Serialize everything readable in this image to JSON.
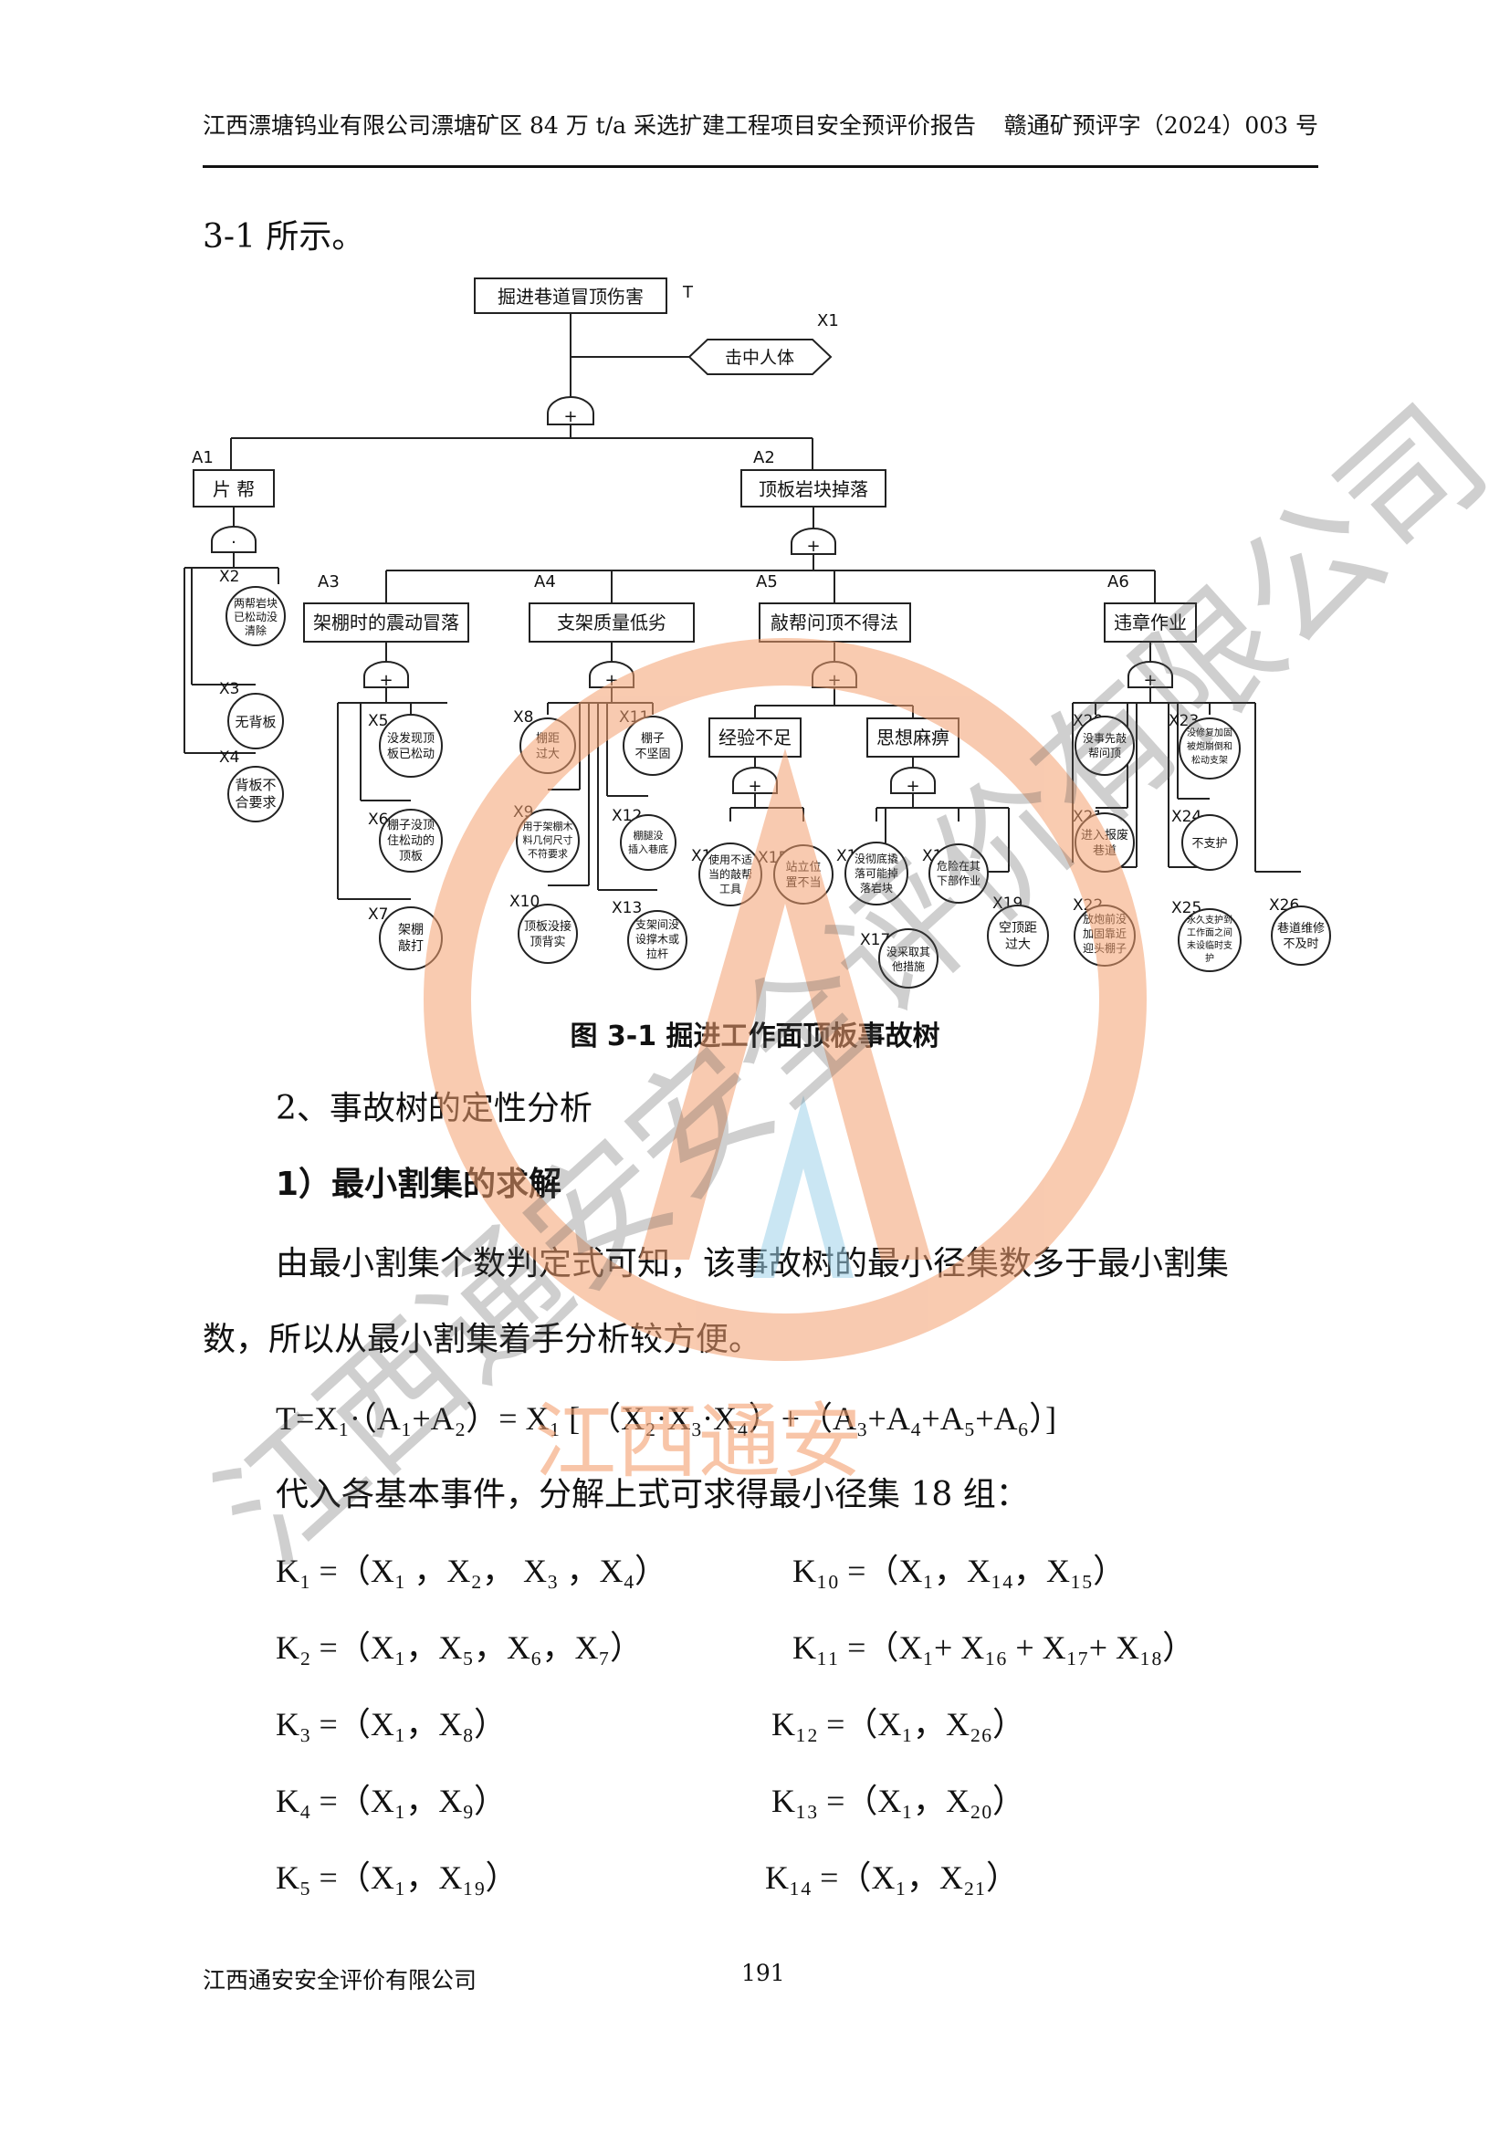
{
  "header": {
    "title": "江西漂塘钨业有限公司漂塘矿区 84 万 t/a 采选扩建工程项目安全预评价报告",
    "doc_number": "赣通矿预评字（2024）003 号"
  },
  "intro_text": "3-1 所示。",
  "fault_tree": {
    "top_event": "掘进巷道冒顶伤害",
    "top_symbol": "T",
    "x1_label": "X1",
    "x1_event": "击中人体",
    "a1": {
      "id": "A1",
      "label": "片  帮"
    },
    "a2": {
      "id": "A2",
      "label": "顶板岩块掉落"
    },
    "a3": {
      "id": "A3",
      "label": "架棚时的震动冒落"
    },
    "a4": {
      "id": "A4",
      "label": "支架质量低劣"
    },
    "a5": {
      "id": "A5",
      "label": "敲帮问顶不得法"
    },
    "a6": {
      "id": "A6",
      "label": "违章作业"
    },
    "b1": "经验不足",
    "b2": "思想麻痹",
    "events": {
      "x2": [
        "两帮岩块",
        "已松动没",
        "清除"
      ],
      "x3": [
        "无背板"
      ],
      "x4": [
        "背板不",
        "合要求"
      ],
      "x5": [
        "没发现顶",
        "板已松动"
      ],
      "x6": [
        "棚子没顶",
        "住松动的",
        "顶板"
      ],
      "x7": [
        "架棚",
        "敲打"
      ],
      "x8": [
        "棚距",
        "过大"
      ],
      "x9": [
        "用于架棚木",
        "料几何尺寸",
        "不符要求"
      ],
      "x10": [
        "顶板没接",
        "顶背实"
      ],
      "x11": [
        "棚子",
        "不坚固"
      ],
      "x12": [
        "棚腿没",
        "插入巷底"
      ],
      "x13": [
        "支架间没",
        "设撑木或",
        "拉杆"
      ],
      "x14": [
        "使用不适",
        "当的敲帮",
        "工具"
      ],
      "x15": [
        "站立位",
        "置不当"
      ],
      "x16": [
        "没彻底撬",
        "落可能掉",
        "落岩块"
      ],
      "x17": [
        "没采取其",
        "他措施"
      ],
      "x18": [
        "危险在其",
        "下部作业"
      ],
      "x19": [
        "空顶距",
        "过大"
      ],
      "x20": [
        "没事先敲",
        "帮问顶"
      ],
      "x21": [
        "进入报废",
        "巷道"
      ],
      "x22": [
        "放炮前没",
        "加固靠近",
        "迎头棚子"
      ],
      "x23": [
        "没修复加固",
        "被炮崩倒和",
        "松动支架"
      ],
      "x24": [
        "不支护"
      ],
      "x25": [
        "永久支护到",
        "工作面之间",
        "未设临时支",
        "护"
      ],
      "x26": [
        "巷道维修",
        "不及时"
      ]
    },
    "labels": {
      "x2": "X2",
      "x3": "X3",
      "x4": "X4",
      "x5": "X5",
      "x6": "X6",
      "x7": "X7",
      "x8": "X8",
      "x9": "X9",
      "x10": "X10",
      "x11": "X11",
      "x12": "X12",
      "x13": "X13",
      "x14": "X14",
      "x15": "X15",
      "x16": "X16",
      "x17": "X17",
      "x18": "X18",
      "x19": "X19",
      "x20": "X20",
      "x21": "X21",
      "x22": "X22",
      "x23": "X23",
      "x24": "X24",
      "x25": "X25",
      "x26": "X26"
    },
    "gate_or": "+",
    "gate_and": "·"
  },
  "figure_caption": "图 3-1    掘进工作面顶板事故树",
  "section_heading": "2、事故树的定性分析",
  "subsection_heading": "1）最小割集的求解",
  "paragraph_1": "由最小割集个数判定式可知，该事故树的最小径集数多于最小割集",
  "paragraph_2": "数，所以从最小割集着手分析较方便。",
  "formula": "T=X₁·（A₁+A₂）= X₁ [ （X₂·X₃·X₄）+（A₃+A₄+A₅+A₆）]",
  "substitution_text": "代入各基本事件，分解上式可求得最小径集 18 组：",
  "sets_left": [
    "K₁ =（X₁ ，X₂，  X₃ ，X₄）",
    "K₂ =（X₁，X₅，X₆，X₇）",
    "K₃ =（X₁，X₈）",
    "K₄ =（X₁，X₉）",
    "K₅ =（X₁，X₁₉）"
  ],
  "sets_right": [
    "K₁₀ =（X₁，X₁₄，X₁₅）",
    "K₁₁ =（X₁+ X₁₆ + X₁₇+ X₁₈）",
    "K₁₂ =（X₁，X₂₆）",
    "K₁₃ =（X₁，X₂₀）",
    "K₁₄ =（X₁，X₂₁）"
  ],
  "footer": {
    "company": "江西通安安全评价有限公司",
    "page_number": "191"
  },
  "watermark": {
    "text_diagonal": "江西通安安全评价有限公司",
    "text_red": "江西通安",
    "color_orange": "#f4a070",
    "color_blue": "#9fd3ea"
  }
}
